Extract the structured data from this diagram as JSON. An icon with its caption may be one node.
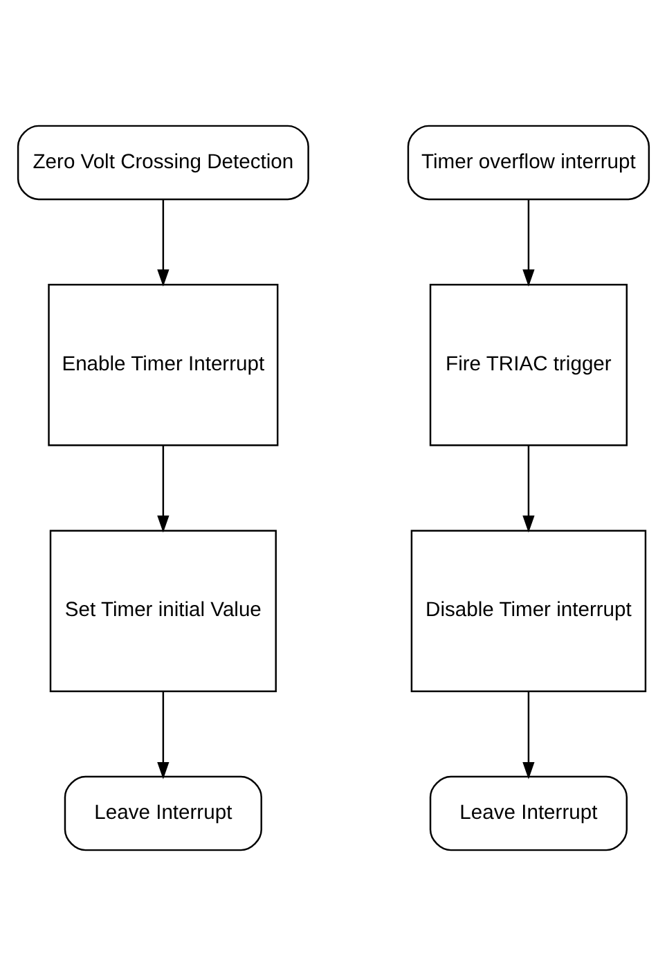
{
  "diagram": {
    "nodes": [
      {
        "text": [
          "Zero Volt Crossing Detection"
        ]
      },
      {
        "text": [
          "Enable Timer Interrupt"
        ]
      },
      {
        "text": [
          "Set Timer initial Value"
        ]
      },
      {
        "text": [
          "Leave Interrupt"
        ]
      },
      {
        "text": [
          "Timer overflow interrupt"
        ]
      },
      {
        "text": [
          "Fire TRIAC trigger"
        ]
      },
      {
        "text": [
          "Disable Timer interrupt"
        ]
      },
      {
        "text": [
          "Leave Interrupt"
        ]
      }
    ],
    "edges": [
      {
        "from": 0,
        "to": 1,
        "arrow": "to"
      },
      {
        "from": 1,
        "to": 2,
        "arrow": "to"
      },
      {
        "from": 2,
        "to": 3,
        "arrow": "to"
      },
      {
        "from": 4,
        "to": 5,
        "arrow": "to"
      },
      {
        "from": 5,
        "to": 6,
        "arrow": "to"
      },
      {
        "from": 6,
        "to": 7,
        "arrow": "to"
      }
    ]
  }
}
